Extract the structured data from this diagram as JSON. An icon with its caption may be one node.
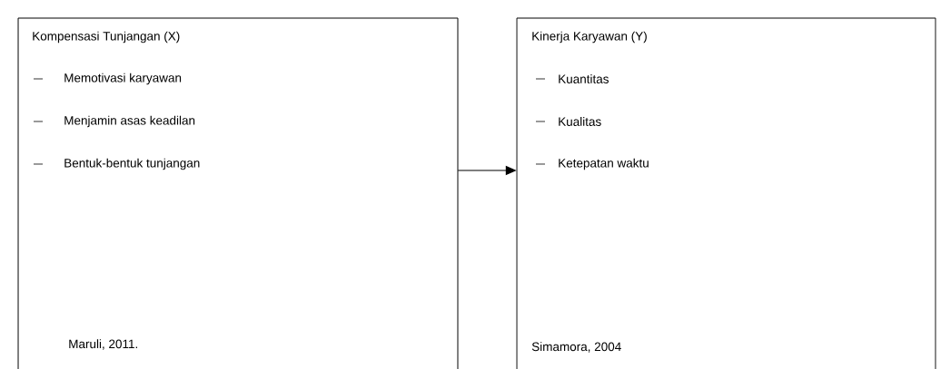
{
  "diagram": {
    "nodes": [
      {
        "text": [
          "Kompensasi Tunjangan (X)",
          "Memotivasi karyawan",
          "Menjamin asas keadilan",
          "Bentuk-bentuk tunjangan",
          "Maruli, 2011."
        ]
      },
      {
        "text": [
          "Kinerja Karyawan (Y)",
          "Kuantitas",
          "Kualitas",
          "Ketepatan waktu",
          "Simamora, 2004"
        ]
      }
    ],
    "edges": [
      {
        "from": 0,
        "to": 1,
        "arrow": "to"
      }
    ]
  }
}
